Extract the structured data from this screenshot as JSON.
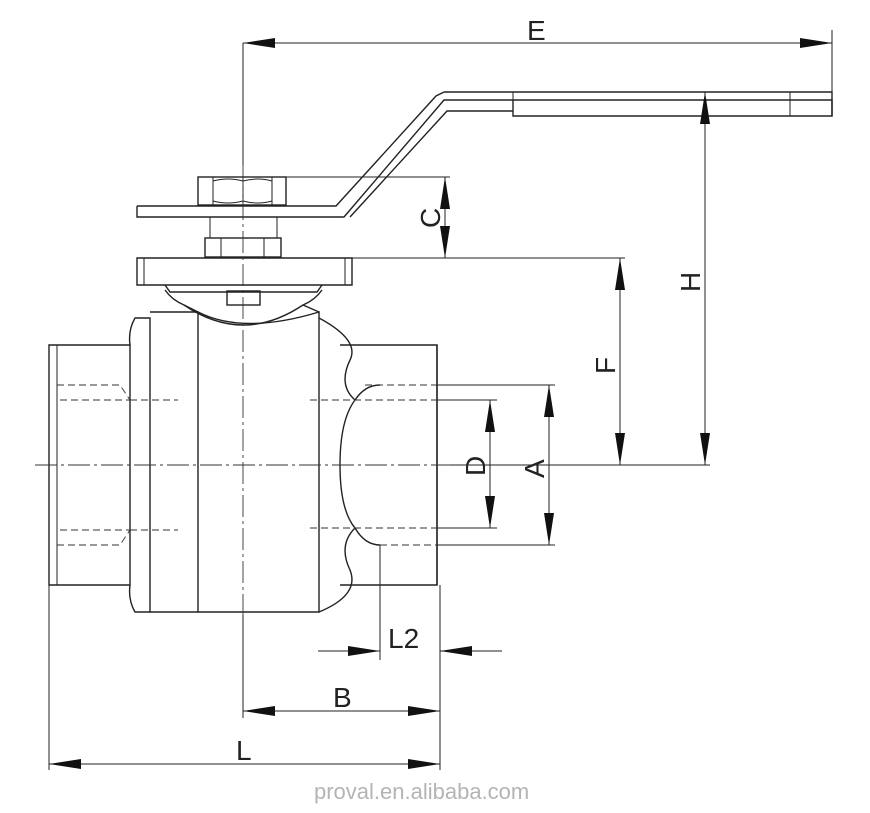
{
  "dimensions": {
    "E": "E",
    "C": "C",
    "F": "F",
    "H": "H",
    "D": "D",
    "A": "A",
    "L2": "L2",
    "B": "B",
    "L": "L"
  },
  "watermark": "proval.en.alibaba.com"
}
